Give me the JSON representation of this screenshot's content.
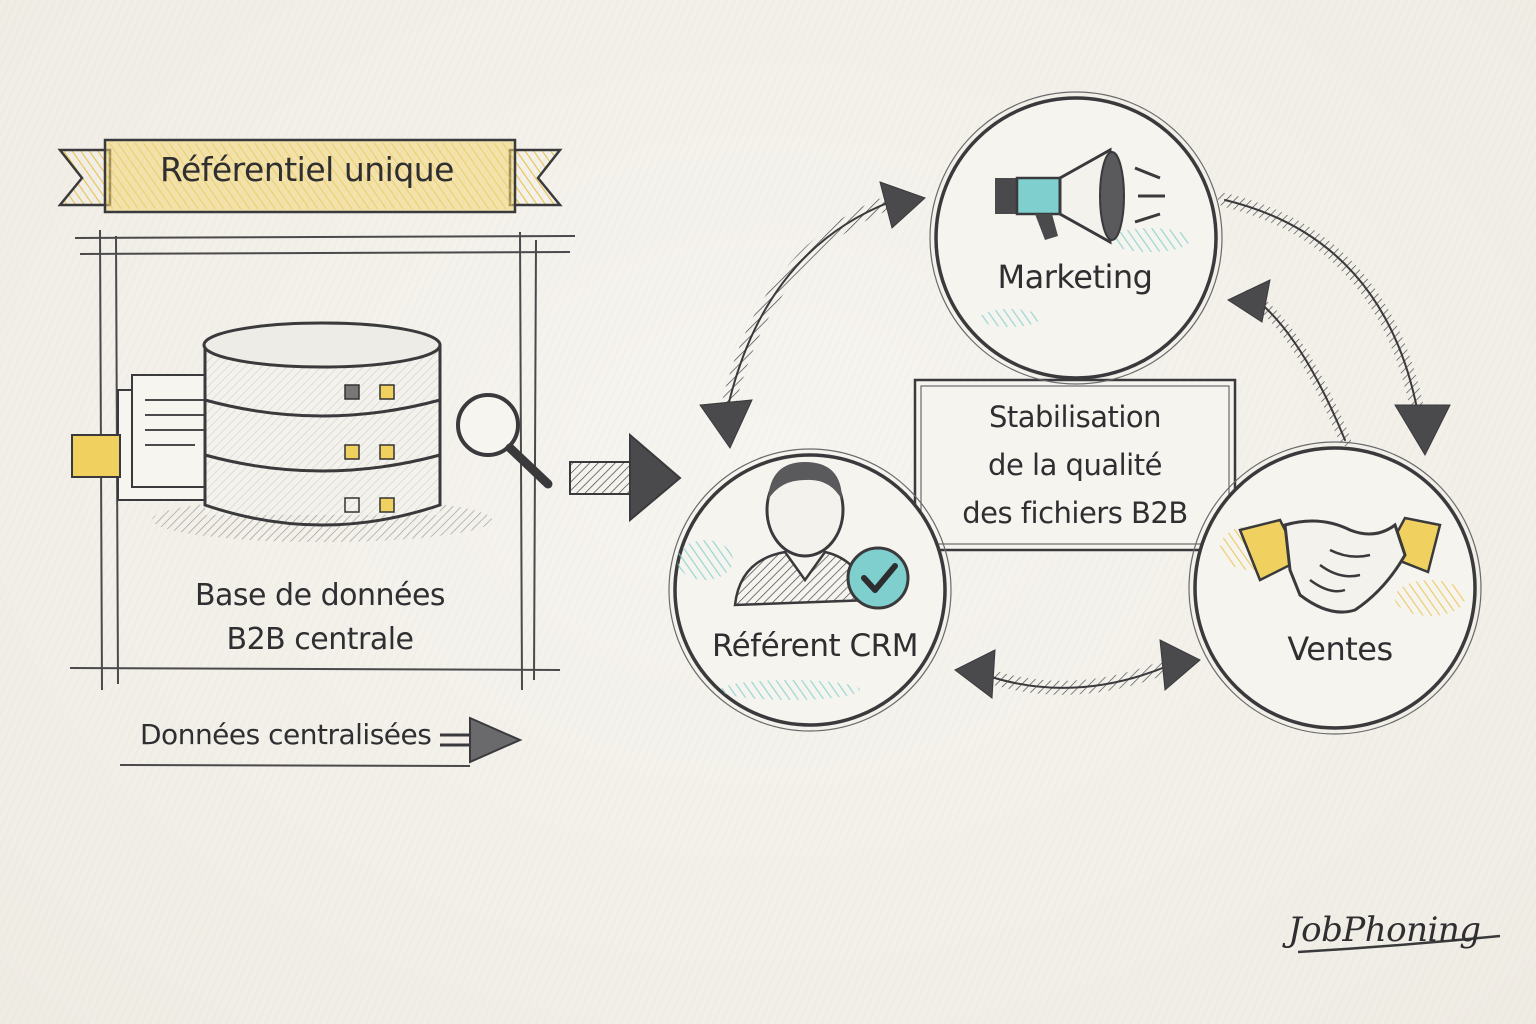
{
  "banner": {
    "title": "Référentiel unique"
  },
  "database": {
    "label_line1": "Base de données",
    "label_line2": "B2B centrale",
    "footer_label": "Données centralisées",
    "icon": "database-icon"
  },
  "nodes": {
    "marketing": {
      "label": "Marketing",
      "icon": "megaphone-icon"
    },
    "crm": {
      "label": "Référent CRM",
      "icon": "user-check-icon"
    },
    "ventes": {
      "label": "Ventes",
      "icon": "handshake-icon"
    }
  },
  "center_box": {
    "line1": "Stabilisation",
    "line2": "de la qualité",
    "line3": "des fichiers B2B"
  },
  "brand": {
    "name": "JobPhoning"
  },
  "colors": {
    "ink": "#3a3a3c",
    "yellow": "#f0d160",
    "teal": "#7fcfcf",
    "paper": "#f3f1eb"
  }
}
